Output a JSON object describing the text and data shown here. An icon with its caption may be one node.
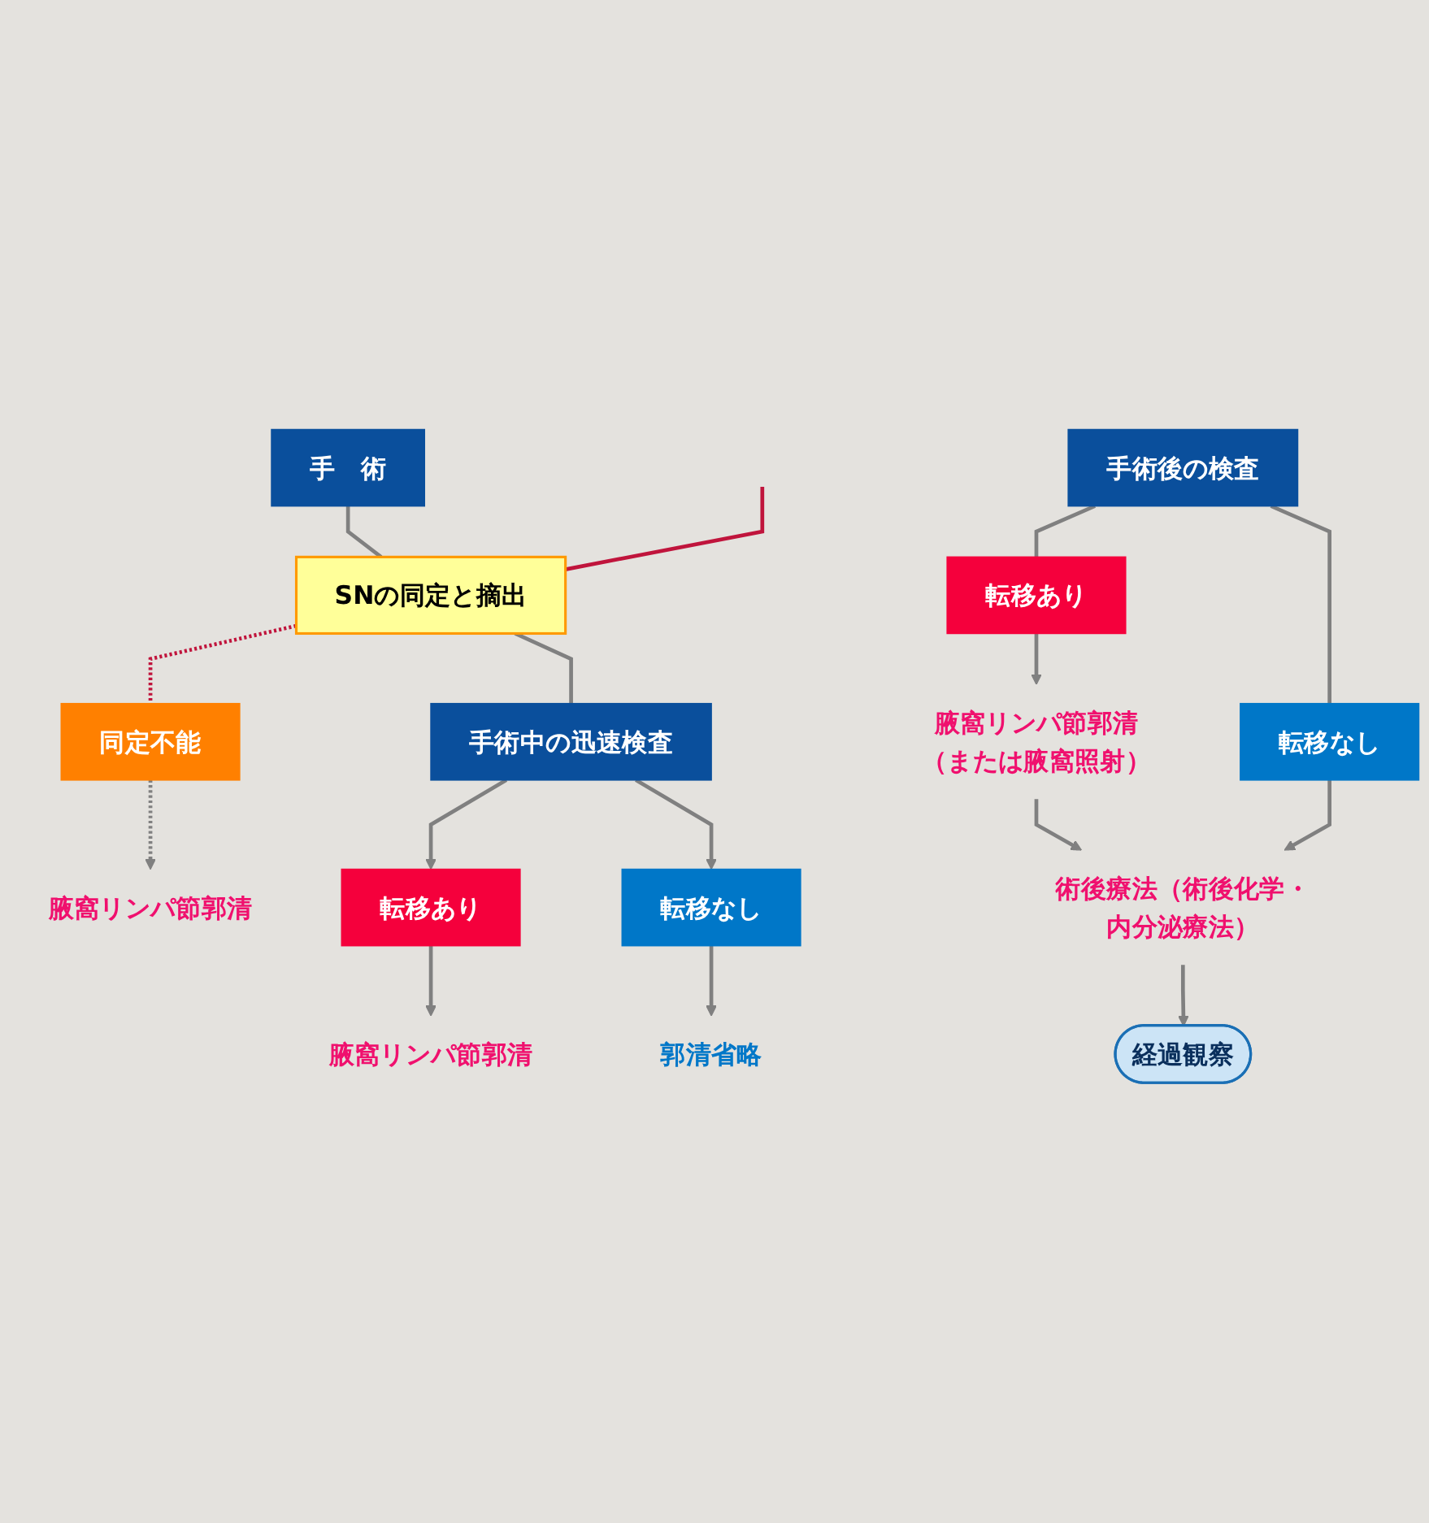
{
  "diagram": {
    "nodes": [
      {
        "text": [
          "手　術"
        ]
      },
      {
        "text": [
          "SNの同定と摘出"
        ]
      },
      {
        "text": [
          "同定不能"
        ]
      },
      {
        "text": [
          "腋窩リンパ節郭清"
        ]
      },
      {
        "text": [
          "手術中の迅速検査"
        ]
      },
      {
        "text": [
          "転移あり"
        ]
      },
      {
        "text": [
          "転移なし"
        ]
      },
      {
        "text": [
          "腋窩リンパ節郭清"
        ]
      },
      {
        "text": [
          "郭清省略"
        ]
      },
      {
        "text": [
          "手術後の検査"
        ]
      },
      {
        "text": [
          "転移あり"
        ]
      },
      {
        "text": [
          "転移なし"
        ]
      },
      {
        "text": [
          "腋窩リンパ節郭清",
          "（または腋窩照射）"
        ]
      },
      {
        "text": [
          "術後療法（術後化学・内分泌療法）"
        ]
      },
      {
        "text": [
          "経過観察"
        ]
      }
    ],
    "edges": [
      {
        "from": 0,
        "to": 1,
        "arrow": "none"
      },
      {
        "from": null,
        "to": 1,
        "arrow": "none",
        "color": "#c0143c"
      },
      {
        "from": 1,
        "to": 2,
        "arrow": "none",
        "style": "dashed",
        "color": "#c0143c"
      },
      {
        "from": 2,
        "to": 3,
        "arrow": "to",
        "style": "dashed"
      },
      {
        "from": 1,
        "to": 4,
        "arrow": "none"
      },
      {
        "from": 4,
        "to": 5,
        "arrow": "to"
      },
      {
        "from": 4,
        "to": 6,
        "arrow": "to"
      },
      {
        "from": 5,
        "to": 7,
        "arrow": "to"
      },
      {
        "from": 6,
        "to": 8,
        "arrow": "to"
      },
      {
        "from": 9,
        "to": 10,
        "arrow": "none"
      },
      {
        "from": 9,
        "to": 11,
        "arrow": "none"
      },
      {
        "from": 10,
        "to": 12,
        "arrow": "to"
      },
      {
        "from": 12,
        "to": 13,
        "arrow": "to"
      },
      {
        "from": 11,
        "to": 13,
        "arrow": "to"
      },
      {
        "from": 13,
        "to": 14,
        "arrow": "to"
      }
    ]
  }
}
